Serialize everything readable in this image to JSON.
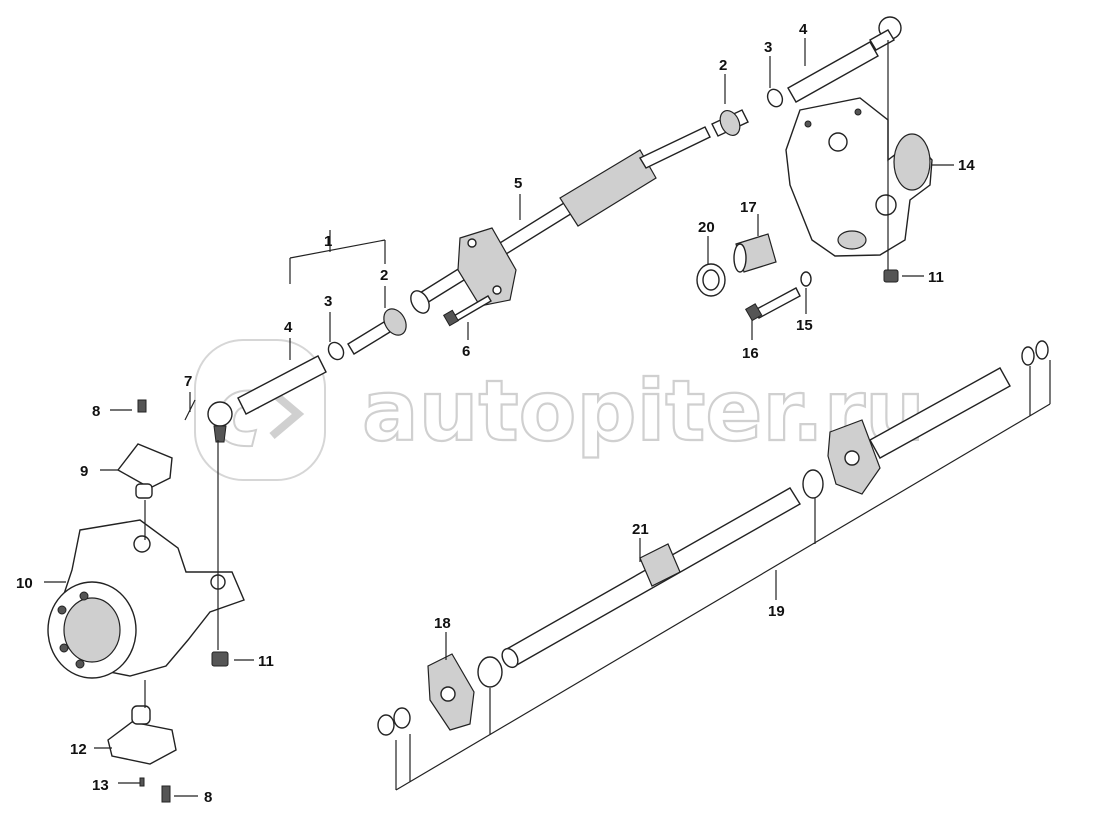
{
  "watermark": {
    "text": "autopiter.ru"
  },
  "callouts": [
    "1",
    "2",
    "3",
    "4",
    "5",
    "6",
    "7",
    "8",
    "9",
    "10",
    "11",
    "12",
    "13",
    "14",
    "15",
    "16",
    "17",
    "18",
    "19",
    "20",
    "21"
  ]
}
